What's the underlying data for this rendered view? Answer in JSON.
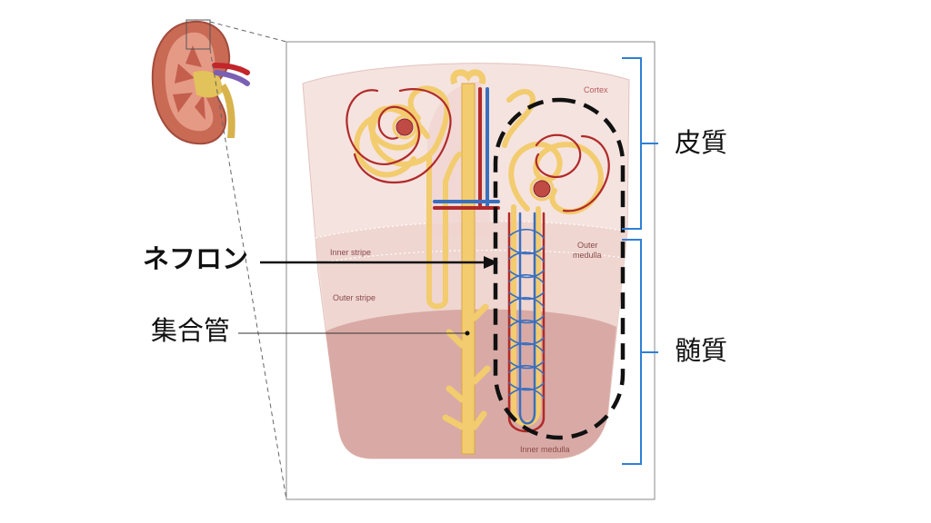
{
  "labels": {
    "nephron": "ネフロン",
    "collecting_duct": "集合管",
    "cortex_jp": "皮質",
    "medulla_jp": "髄質",
    "cortex": "Cortex",
    "outer_medulla": "Outer\nmedulla",
    "inner_stripe": "Inner stripe",
    "outer_stripe": "Outer stripe",
    "inner_medulla": "Inner medulla"
  },
  "colors": {
    "tubule": "#f2cc6e",
    "tubule_edge": "#d9a843",
    "artery": "#b02a2a",
    "vein": "#3a6fbf",
    "bracket": "#2f7fd6",
    "cortex_fill": "#f7e6e3",
    "medulla_fill": "#efd4d0",
    "inner_medulla_fill": "#d9a8a4"
  }
}
